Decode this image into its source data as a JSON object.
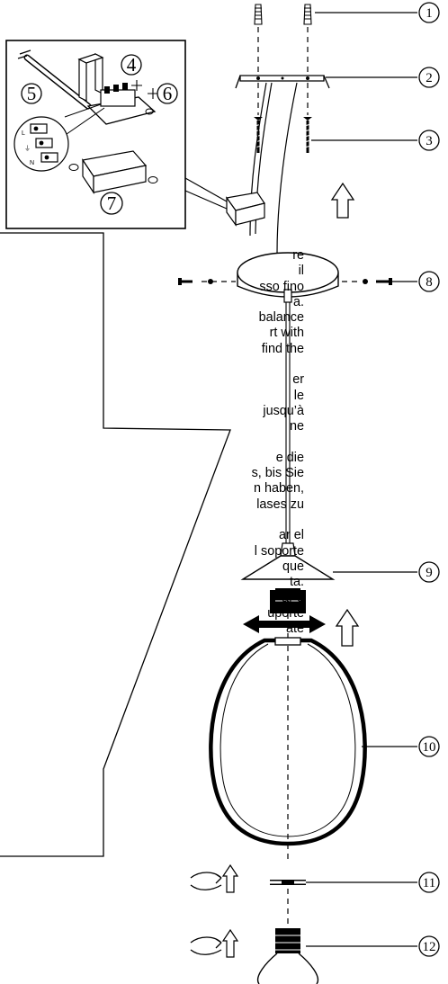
{
  "part_numbers": [
    "1",
    "2",
    "3",
    "4",
    "5",
    "6",
    "7",
    "8",
    "9",
    "10",
    "11",
    "12"
  ],
  "instruction_lines": [
    "re",
    "il",
    "sso fino",
    "a.",
    "balance",
    "rt with",
    "find the",
    "",
    "er",
    "le",
    "jusqu’à",
    "ne",
    "",
    "e die",
    "s, bis Sie",
    "n haben,",
    "lases zu",
    "",
    "ar el",
    "l soporte",
    "que",
    "ta.",
    "ar o",
    "uporte",
    "até"
  ]
}
